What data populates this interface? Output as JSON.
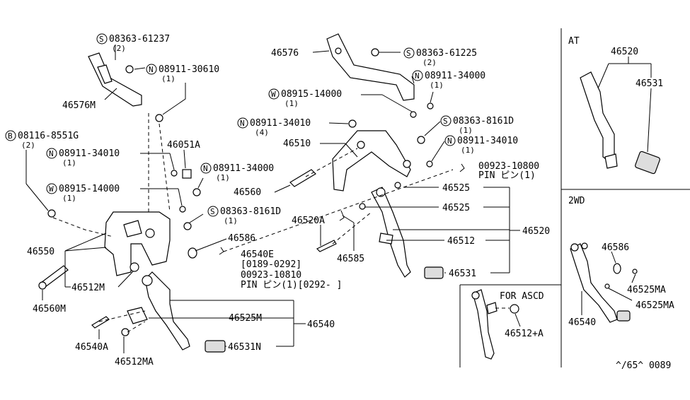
{
  "sections": {
    "at": "AT",
    "two_wd": "2WD",
    "ascd": "FOR ASCD"
  },
  "labels": {
    "l_08363_61237": "08363-61237",
    "l_08363_61237_q": "(2)",
    "l_08911_30610": "08911-30610",
    "l_08911_30610_q": "(1)",
    "l_46576M": "46576M",
    "l_08116_8551G": "08116-8551G",
    "l_08116_8551G_q": "(2)",
    "l_08911_34010a": "08911-34010",
    "l_08911_34010a_q": "(1)",
    "l_46051A": "46051A",
    "l_08911_34000a": "08911-34000",
    "l_08911_34000a_q": "(1)",
    "l_08915_14000a": "08915-14000",
    "l_08915_14000a_q": "(1)",
    "l_08363_8161Da": "08363-8161D",
    "l_08363_8161Da_q": "(1)",
    "l_46586": "46586",
    "l_46540E": "46540E",
    "l_46540E_range": "[0189-0292]",
    "l_00923_10810": "00923-10810",
    "l_pin_a": "PIN ピン(1)[0292-     ]",
    "l_46550": "46550",
    "l_46512M": "46512M",
    "l_46560M": "46560M",
    "l_46525M": "46525M",
    "l_46540": "46540",
    "l_46540A": "46540A",
    "l_46531N": "46531N",
    "l_46512MA": "46512MA",
    "l_46576": "46576",
    "l_08363_61225": "08363-61225",
    "l_08363_61225_q": "(2)",
    "l_08911_34000b": "08911-34000",
    "l_08911_34000b_q": "(1)",
    "l_08915_14000b": "08915-14000",
    "l_08915_14000b_q": "(1)",
    "l_08911_34010b": "08911-34010",
    "l_08911_34010b_q": "(4)",
    "l_08363_8161Db": "08363-8161D",
    "l_08363_8161Db_q": "(1)",
    "l_08911_34010c": "08911-34010",
    "l_08911_34010c_q": "(1)",
    "l_46510": "46510",
    "l_00923_10800": "00923-10800",
    "l_pin_b": "PIN ピン(1)",
    "l_46560": "46560",
    "l_46525a": "46525",
    "l_46525b": "46525",
    "l_46520A": "46520A",
    "l_46585": "46585",
    "l_46512": "46512",
    "l_46520": "46520",
    "l_46531": "46531",
    "l_at_46520": "46520",
    "l_at_46531": "46531",
    "l_2wd_46586": "46586",
    "l_2wd_46525MA_a": "46525MA",
    "l_2wd_46525MA_b": "46525MA",
    "l_2wd_46540": "46540",
    "l_ascd_46512A": "46512+A",
    "footer_code": "^/65^ 0089"
  },
  "symbols": {
    "s": "S",
    "n": "N",
    "w": "W",
    "b": "B"
  }
}
